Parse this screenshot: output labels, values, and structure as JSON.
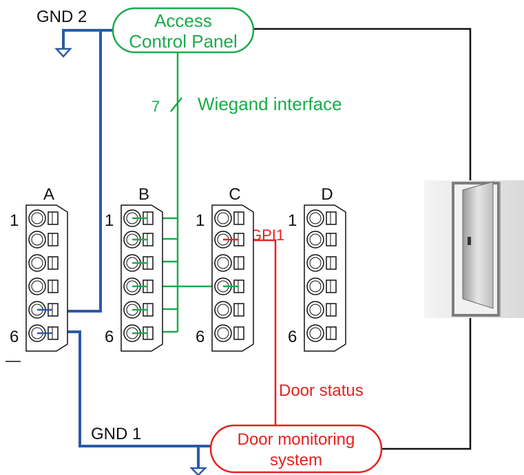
{
  "labels": {
    "gnd2": "GND 2",
    "gnd1": "GND 1",
    "acp_line1": "Access",
    "acp_line2": "Control Panel",
    "wire_count": "7",
    "wiegand": "Wiegand interface",
    "gpi1": "GPI1",
    "door_status": "Door status",
    "dms_line1": "Door monitoring",
    "dms_line2": "system"
  },
  "connectors": [
    {
      "name": "A",
      "first_pin": "1",
      "last_pin": "6"
    },
    {
      "name": "B",
      "first_pin": "1",
      "last_pin": "6"
    },
    {
      "name": "C",
      "first_pin": "1",
      "last_pin": "6"
    },
    {
      "name": "D",
      "first_pin": "1",
      "last_pin": "6"
    }
  ],
  "colors": {
    "green": "#1aab4a",
    "red": "#e8201f",
    "blue": "#2b5aa6",
    "black": "#111111"
  }
}
